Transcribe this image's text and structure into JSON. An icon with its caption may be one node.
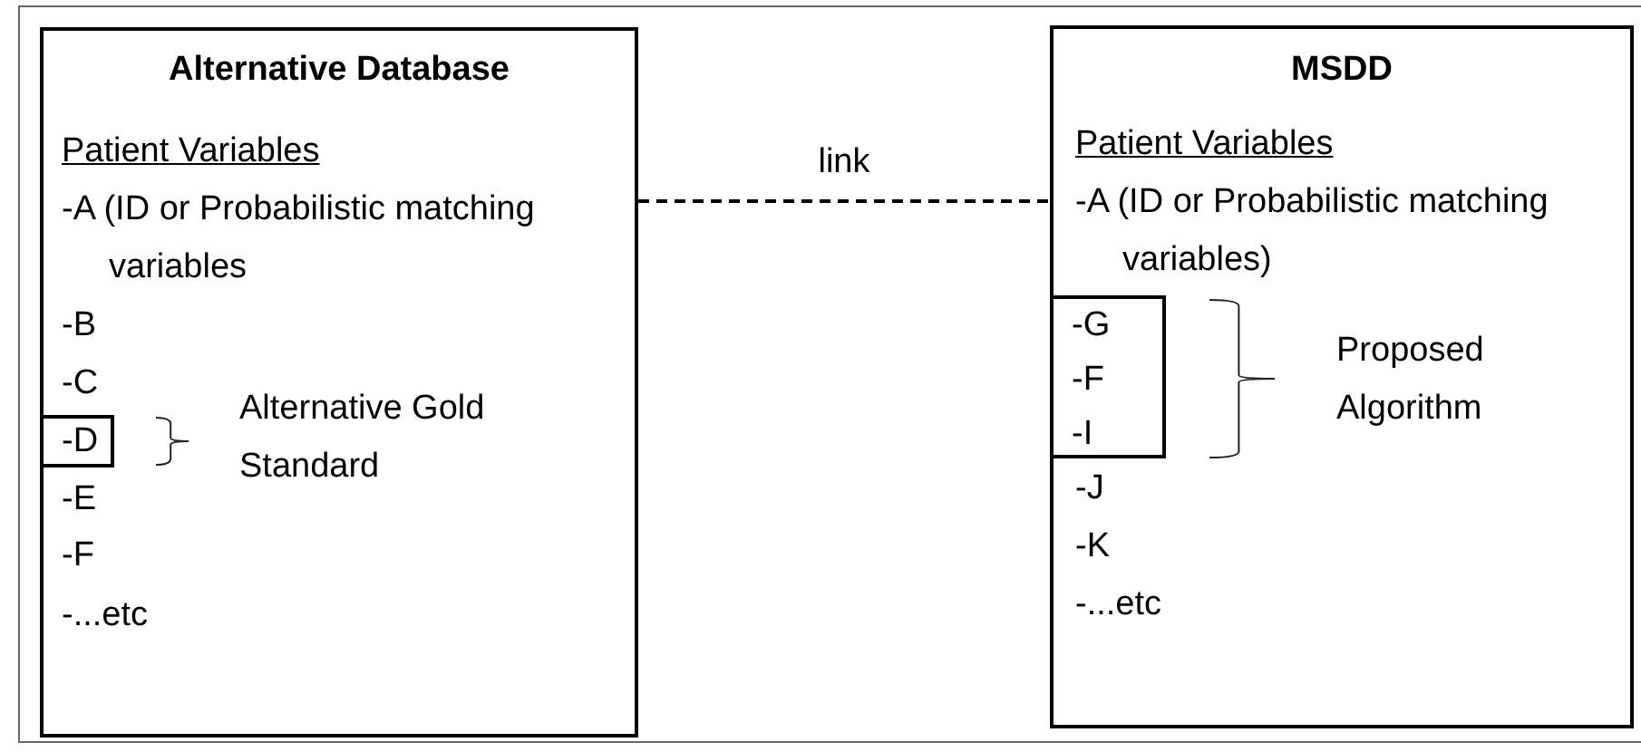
{
  "diagram": {
    "nodes": [
      {
        "text": [
          "Alternative Database",
          "Patient Variables",
          "-A (ID or Probabilistic matching variables",
          "-B",
          "-C",
          "Alternative Gold Standard",
          "-E",
          "-F",
          "-...etc"
        ]
      },
      {
        "text": [
          "-D"
        ],
        "in": 0
      },
      {
        "text": [
          "MSDD",
          "Patient Variables",
          "-A (ID or Probabilistic matching variables)",
          "Proposed Algorithm",
          "-J",
          "-K",
          "-...etc"
        ]
      },
      {
        "text": [
          "-G",
          "-F",
          "-I"
        ],
        "in": 2
      }
    ],
    "edges": [
      {
        "from": 0,
        "to": 2,
        "arrow": "none",
        "label": "link",
        "style": "dashed"
      }
    ]
  }
}
